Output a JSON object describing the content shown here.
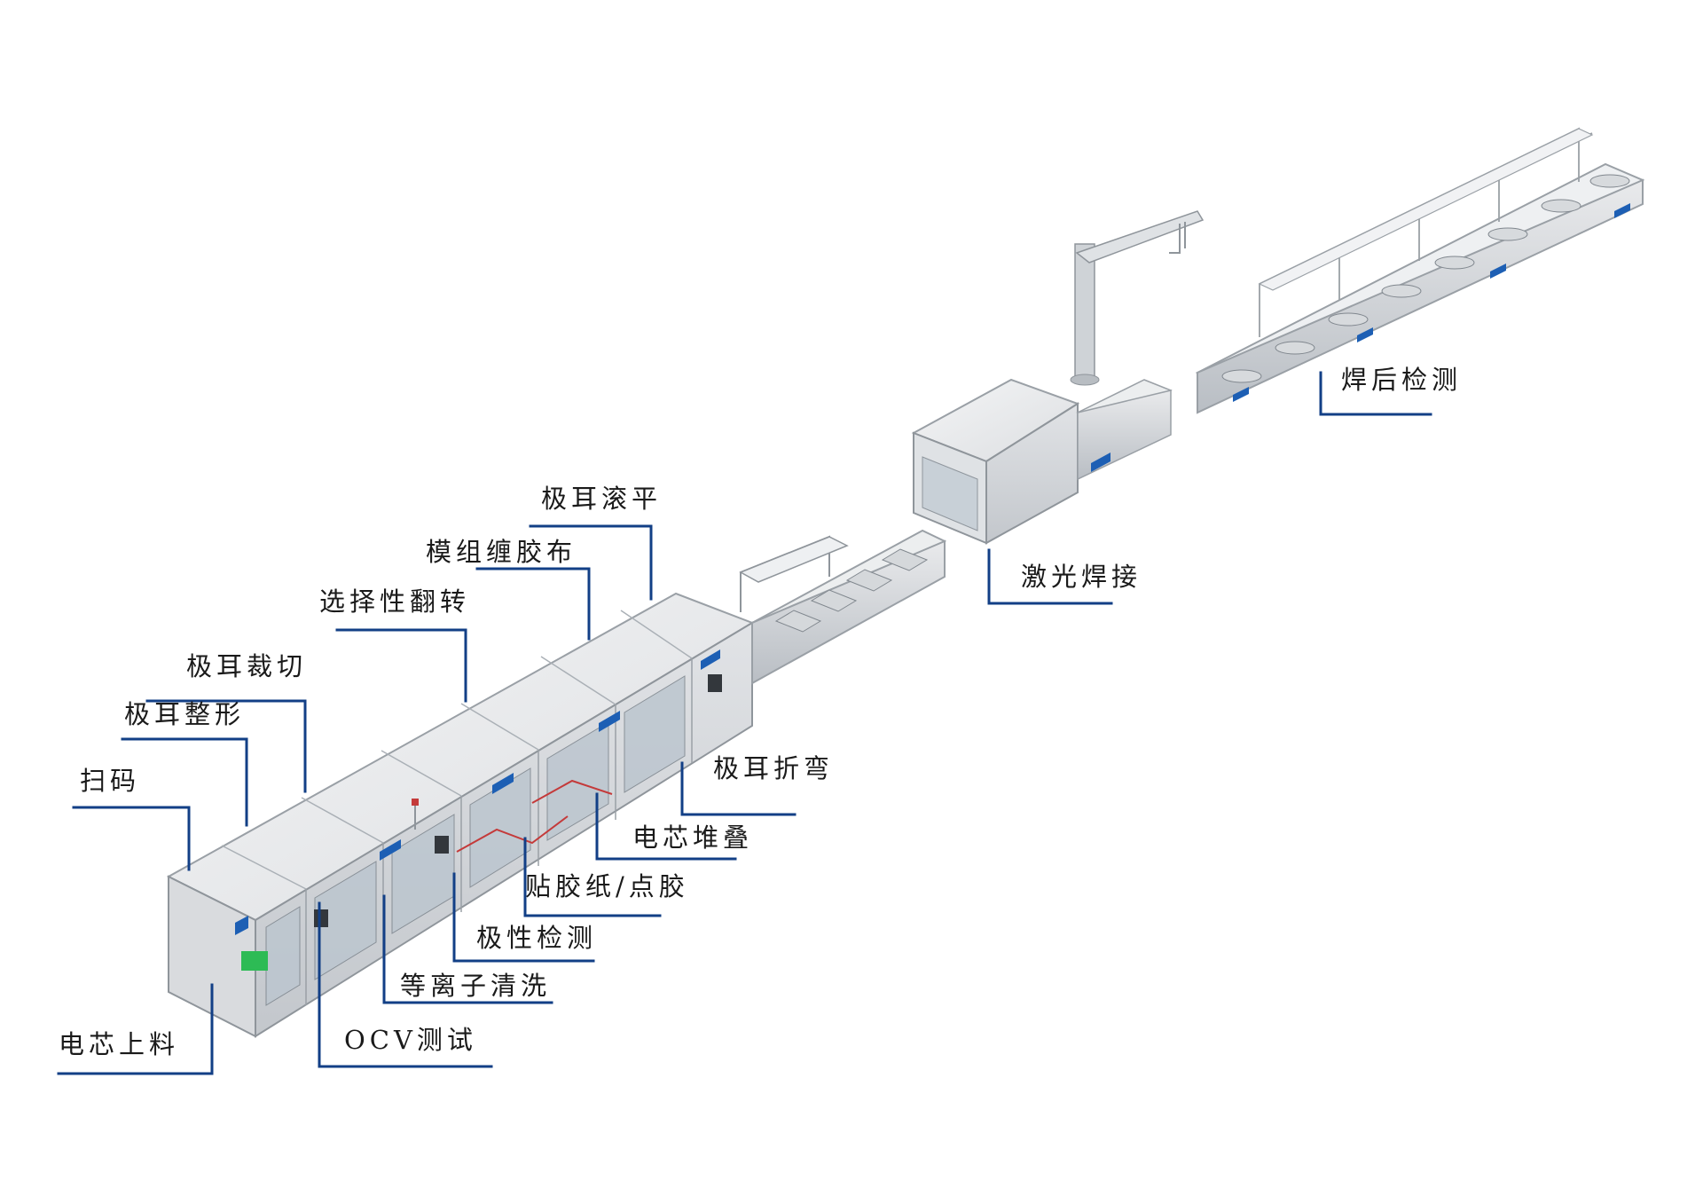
{
  "colors": {
    "leader_line": "#123f86",
    "machine_top": "#e8e9ea",
    "machine_side": "#d2d4d7",
    "machine_edge": "#8f959b",
    "brand": "#1d5fb4",
    "indicator": "#2dbb55",
    "accent_red": "#c43a3a"
  },
  "callouts": [
    {
      "id": "cell-loading",
      "label": "电芯上料"
    },
    {
      "id": "scan-code",
      "label": "扫码"
    },
    {
      "id": "tab-shaping",
      "label": "极耳整形"
    },
    {
      "id": "tab-cutting",
      "label": "极耳裁切"
    },
    {
      "id": "selective-flip",
      "label": "选择性翻转"
    },
    {
      "id": "module-taping",
      "label": "模组缠胶布"
    },
    {
      "id": "tab-flattening",
      "label": "极耳滚平"
    },
    {
      "id": "ocv-test",
      "label": "OCV测试"
    },
    {
      "id": "plasma-cleaning",
      "label": "等离子清洗"
    },
    {
      "id": "polarity-check",
      "label": "极性检测"
    },
    {
      "id": "glue-application",
      "label": "贴胶纸/点胶"
    },
    {
      "id": "cell-stacking",
      "label": "电芯堆叠"
    },
    {
      "id": "tab-bending",
      "label": "极耳折弯"
    },
    {
      "id": "laser-welding",
      "label": "激光焊接"
    },
    {
      "id": "post-weld-inspection",
      "label": "焊后检测"
    }
  ]
}
